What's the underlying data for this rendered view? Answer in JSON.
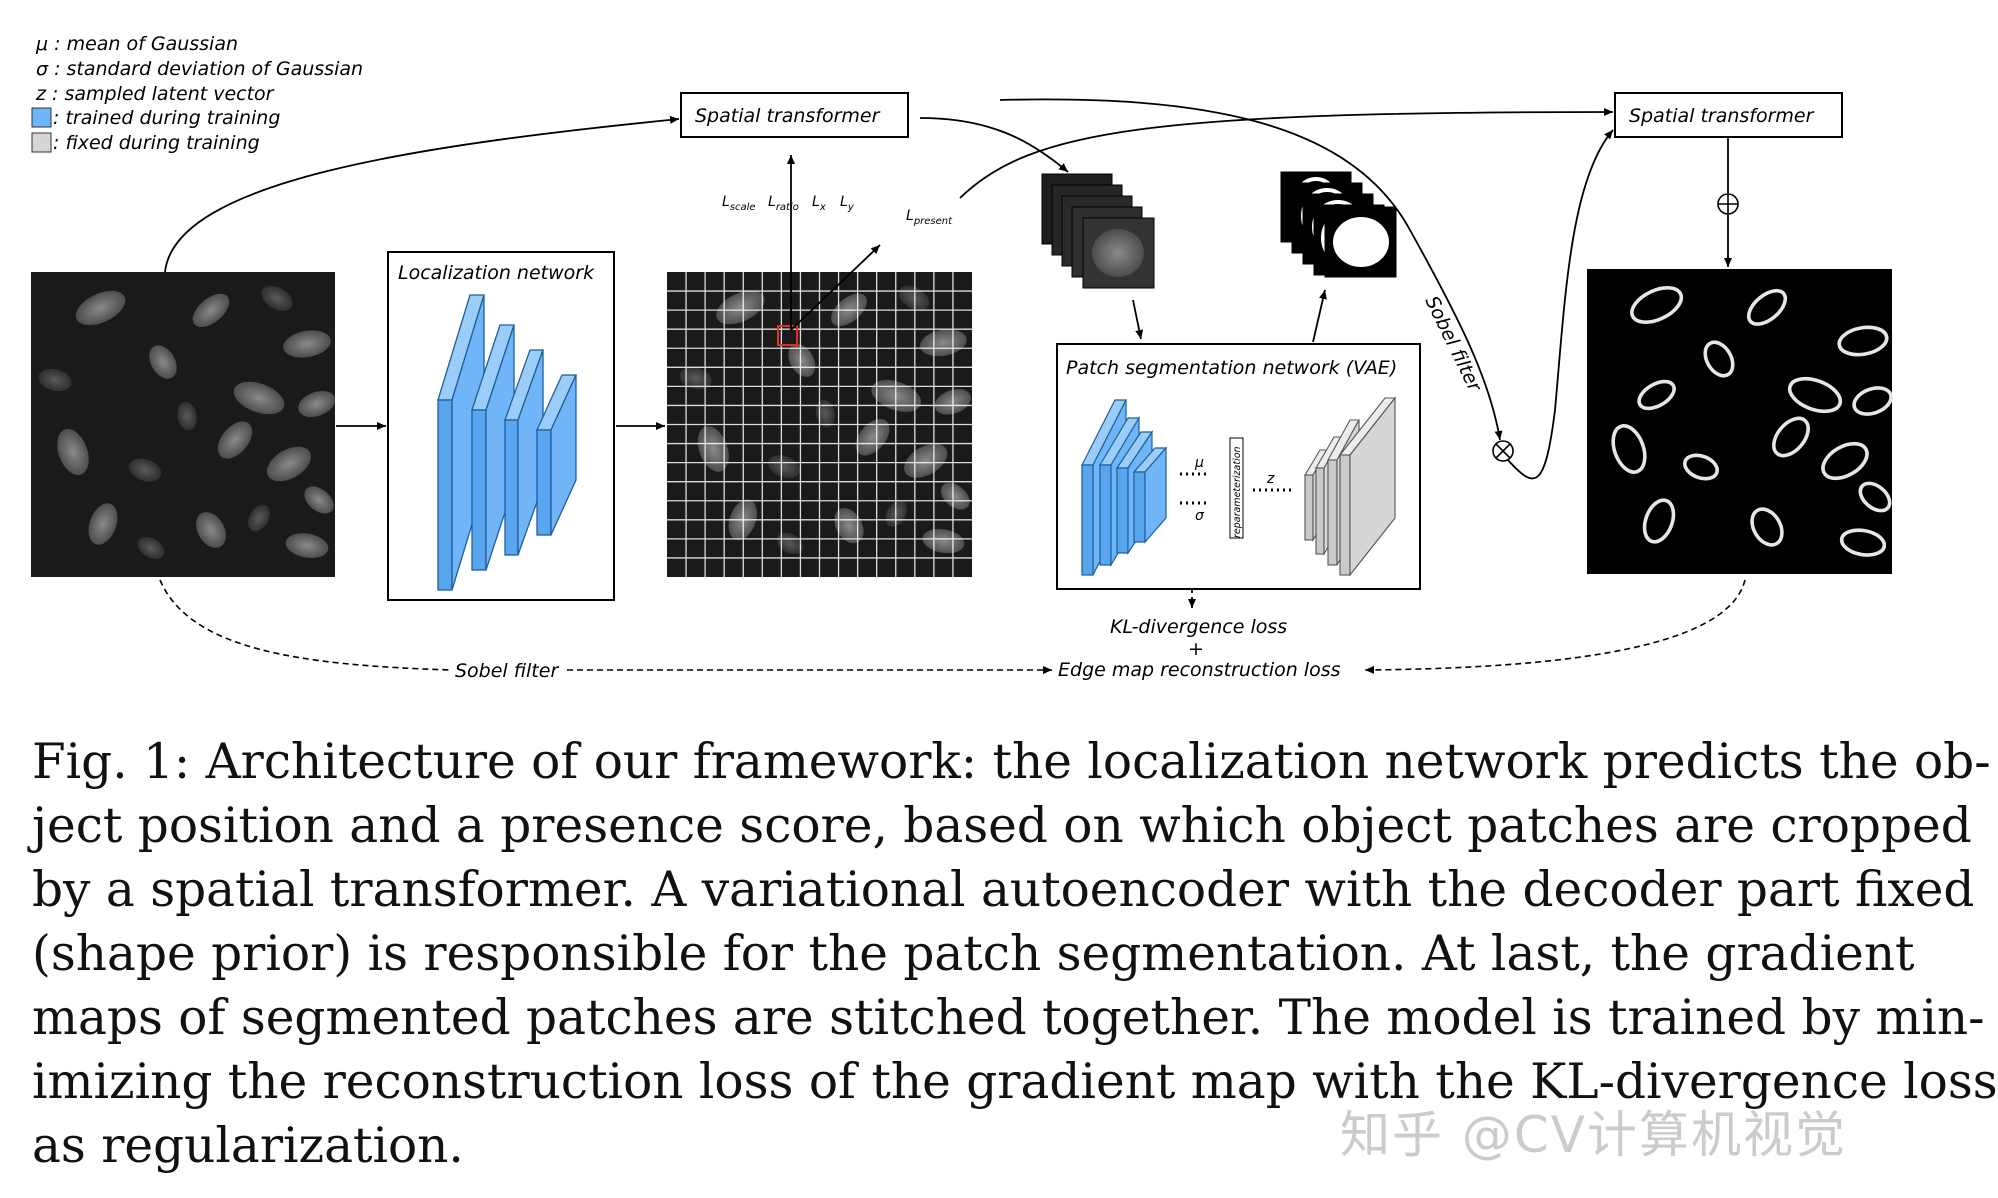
{
  "legend": {
    "mu": "μ : mean of Gaussian",
    "sigma": "σ : standard deviation of Gaussian",
    "z": "z : sampled latent vector",
    "trained": ": trained during training",
    "fixed": ": fixed during training"
  },
  "boxes": {
    "spatial_transformer_1": "Spatial transformer",
    "spatial_transformer_2": "Spatial transformer",
    "localization_network": "Localization network",
    "patch_seg": "Patch segmentation network (VAE)"
  },
  "labels": {
    "l_scale": "L",
    "l_scale_sub": "scale",
    "l_ratio": "L",
    "l_ratio_sub": "ratio",
    "l_x": "L",
    "l_x_sub": "x",
    "l_y": "L",
    "l_y_sub": "y",
    "l_present": "L",
    "l_present_sub": "present",
    "sobel_filter_curve": "Sobel filter",
    "sobel_filter_bottom": "Sobel filter",
    "kl_loss": "KL-divergence loss",
    "plus": "+",
    "edge_loss": "Edge map reconstruction loss",
    "mu_sym": "μ",
    "sigma_sym": "σ",
    "z_sym": "z",
    "reparam": "reparameterization"
  },
  "colors": {
    "trained": "#6fb5f7",
    "fixed": "#d6d6d6",
    "highlight_box": "#e0302a"
  },
  "caption": {
    "lines": [
      "Fig. 1: Architecture of our framework: the localization network predicts the ob-",
      "ject position and a presence score, based on which object patches are cropped",
      "by a spatial transformer. A variational autoencoder with the decoder part fixed",
      "(shape prior) is responsible for the patch segmentation. At last, the gradient",
      "maps of segmented patches are stitched together. The model is trained by min-",
      "imizing the reconstruction loss of the gradient map with the KL-divergence loss",
      "as regularization."
    ]
  },
  "watermark": "知乎 @CV计算机视觉"
}
